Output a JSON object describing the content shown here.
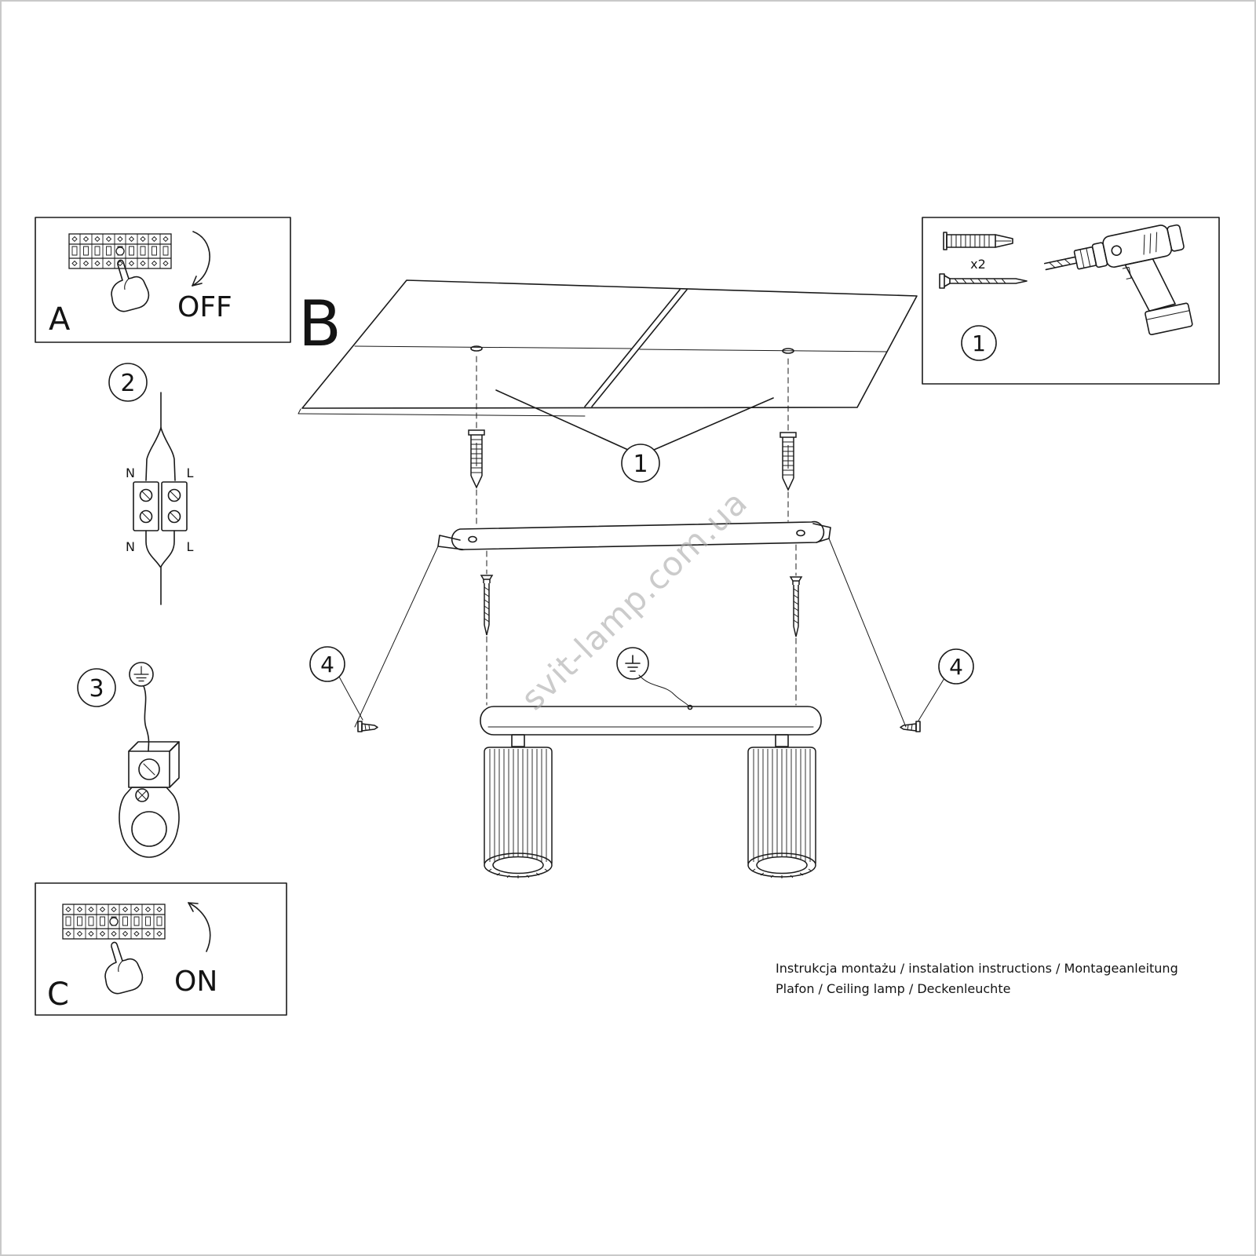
{
  "sections": {
    "a": {
      "label": "A",
      "state": "OFF"
    },
    "b": {
      "label": "B"
    },
    "c": {
      "label": "C",
      "state": "ON"
    }
  },
  "callouts": {
    "one": "1",
    "two": "2",
    "three": "3",
    "four": "4"
  },
  "toolbox": {
    "callout": "1",
    "anchor_qty": "x2"
  },
  "wiring": {
    "neutral": "N",
    "live": "L"
  },
  "watermark": "svit-lamp.com.ua",
  "footer": {
    "line1": "Instrukcja montażu / instalation instructions / Montageanleitung",
    "line2": "Plafon / Ceiling lamp / Deckenleuchte"
  }
}
